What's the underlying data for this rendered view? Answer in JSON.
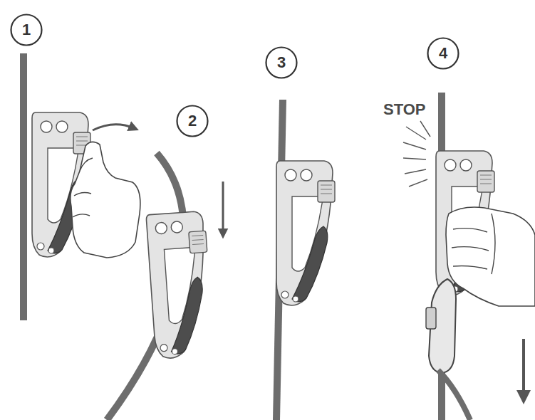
{
  "diagram": {
    "nodes": [
      {
        "text": [
          "1"
        ]
      },
      {
        "text": [
          "2"
        ]
      },
      {
        "text": [
          "3"
        ]
      },
      {
        "text": [
          "4"
        ]
      }
    ],
    "labels": [
      "STOP"
    ]
  }
}
